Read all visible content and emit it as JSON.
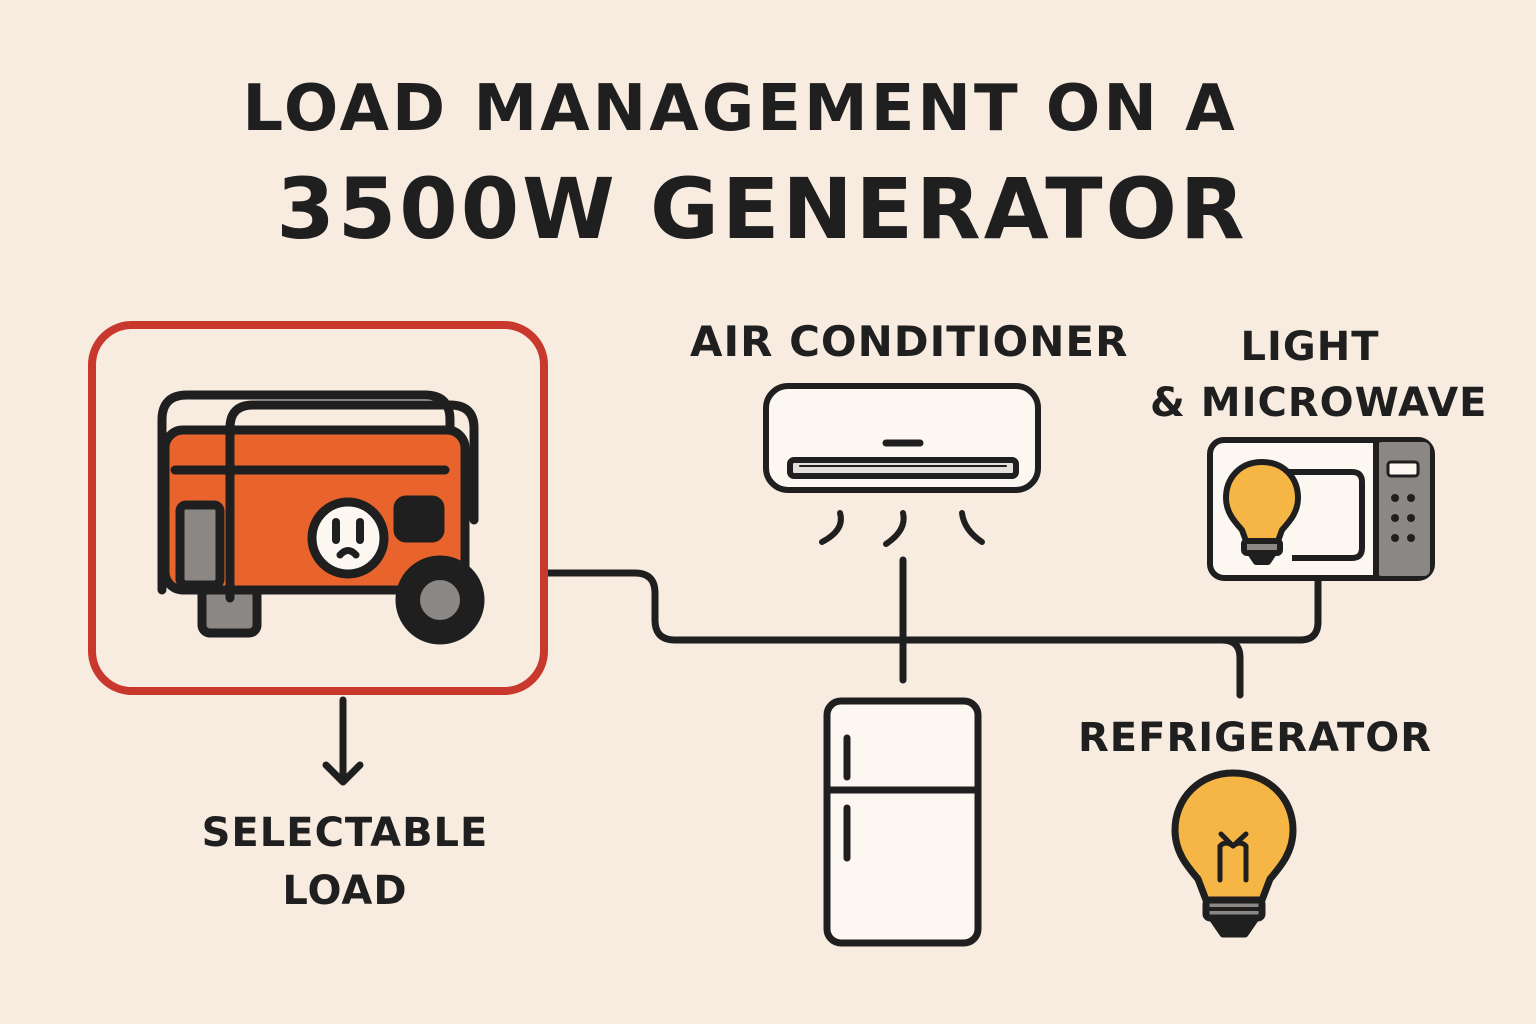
{
  "title": {
    "line1": "LOAD MANAGEMENT ON A",
    "line2": "3500W GENERATOR"
  },
  "labels": {
    "air_conditioner": "AIR CONDITIONER",
    "light_microwave_line1": "LIGHT",
    "light_microwave_line2": "& MICROWAVE",
    "refrigerator": "REFRIGERATOR",
    "selectable_line1": "SELECTABLE",
    "selectable_line2": "LOAD"
  },
  "icons": {
    "generator": "generator-icon",
    "outlet": "outlet-icon",
    "air_conditioner": "air-conditioner-icon",
    "microwave": "microwave-icon",
    "bulb": "light-bulb-icon",
    "refrigerator": "refrigerator-icon",
    "arrow": "arrow-down-icon"
  },
  "colors": {
    "background": "#f8ebe0",
    "ink": "#1f1f1f",
    "highlight_frame": "#c9382c",
    "generator_body": "#e8642c",
    "bulb_fill": "#f5b645",
    "appliance_fill": "#fcf7f1",
    "metal_gray": "#8a8784"
  }
}
